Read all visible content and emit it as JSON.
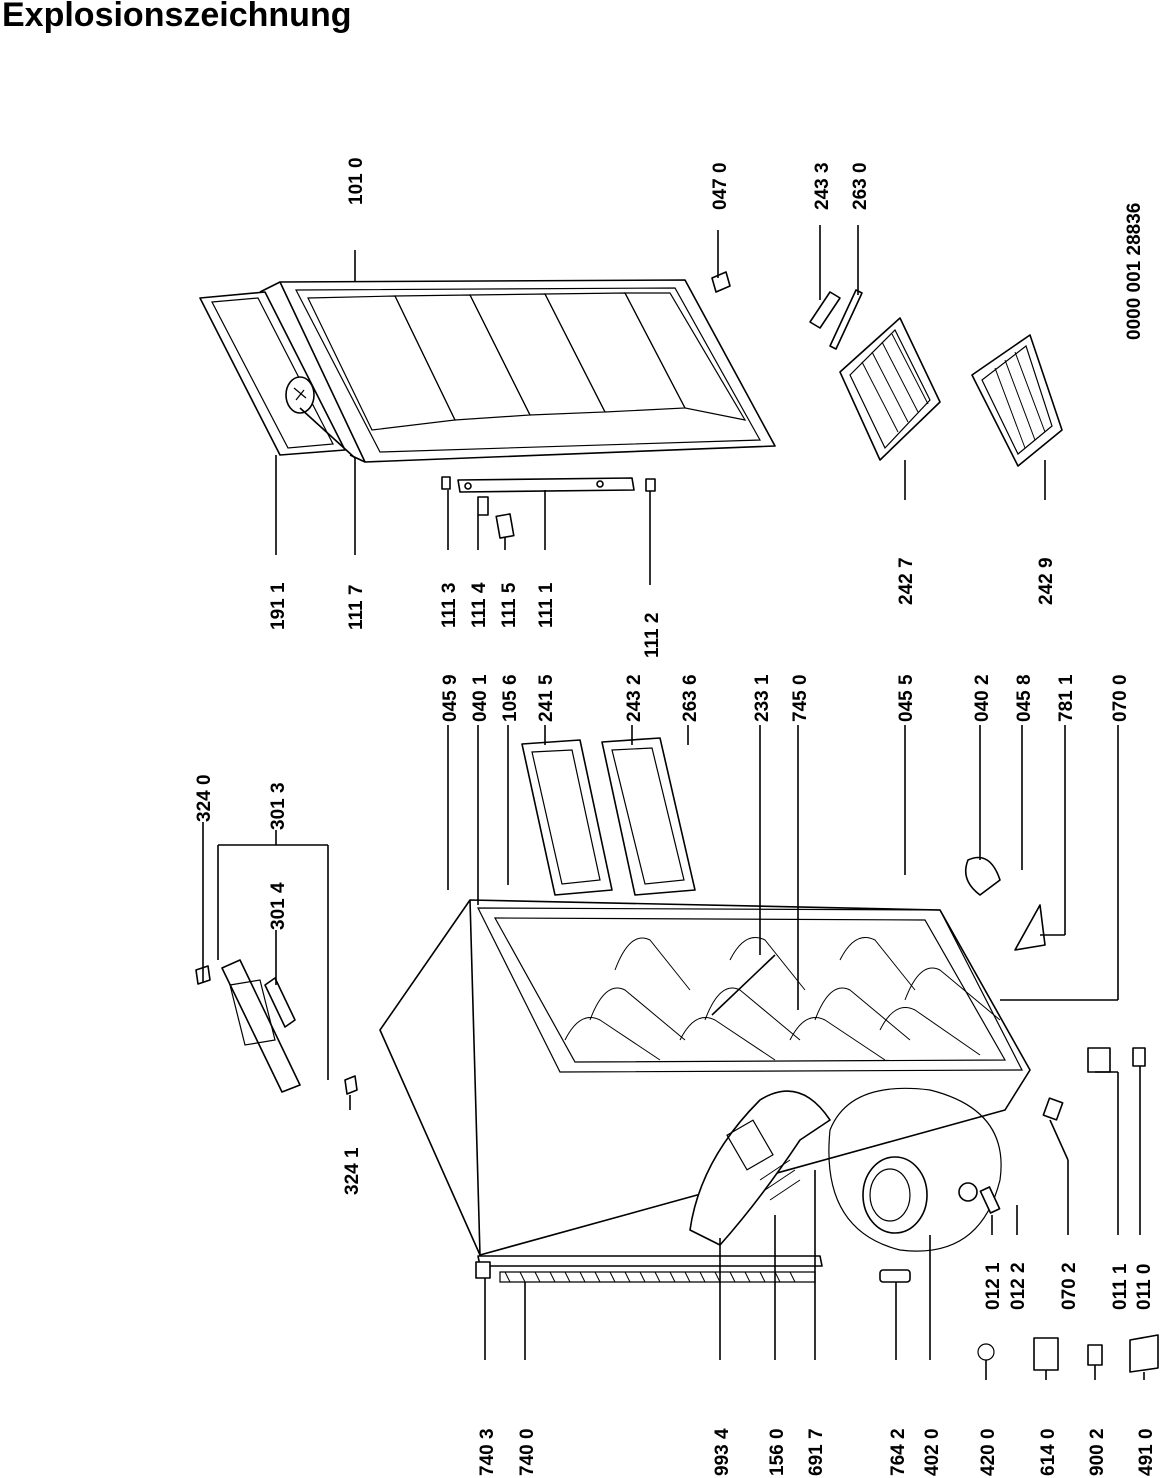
{
  "page": {
    "title": "Explosionszeichnung"
  },
  "document_number": "0000 001 28836",
  "labels": [
    "324 0",
    "301 3",
    "301 4",
    "324 1",
    "191 1",
    "111 7",
    "101 0",
    "047 0",
    "243 3",
    "263 0",
    "111 3",
    "111 4",
    "111 5",
    "111 1",
    "111 2",
    "242 7",
    "242 9",
    "045 9",
    "040 1",
    "105 6",
    "241 5",
    "243 2",
    "263 6",
    "233 1",
    "745 0",
    "045 5",
    "040 2",
    "045 8",
    "781 1",
    "070 0",
    "012 1",
    "012 2",
    "070 2",
    "011 1",
    "011 0",
    "740 3",
    "740 0",
    "993 4",
    "156 0",
    "691 7",
    "764 2",
    "402 0",
    "420 0",
    "614 0",
    "900 2",
    "491 0"
  ]
}
